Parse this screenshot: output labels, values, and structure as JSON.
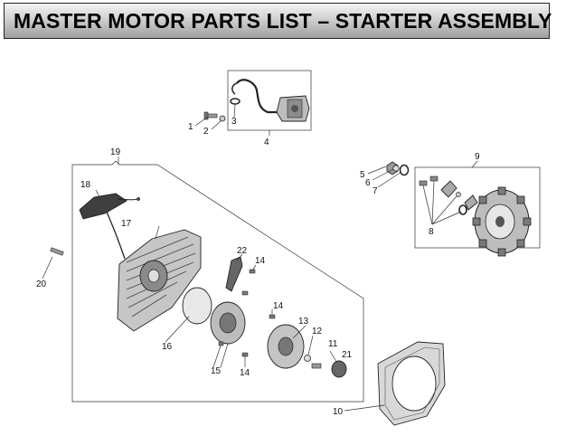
{
  "header": {
    "title": "MASTER MOTOR PARTS LIST – STARTER ASSEMBLY"
  },
  "callouts": {
    "c1": "1",
    "c2": "2",
    "c3": "3",
    "c4": "4",
    "c5": "5",
    "c6": "6",
    "c7": "7",
    "c8": "8",
    "c9": "9",
    "c10": "10",
    "c11": "11",
    "c12": "12",
    "c13": "13",
    "c14a": "14",
    "c14b": "14",
    "c14c": "14",
    "c15": "15",
    "c16": "16",
    "c17": "17",
    "c18": "18",
    "c19": "19",
    "c20": "20",
    "c21": "21",
    "c22": "22"
  },
  "colors": {
    "header_light": "#f4f4f4",
    "header_dark": "#9e9e9e",
    "line": "#333333"
  }
}
